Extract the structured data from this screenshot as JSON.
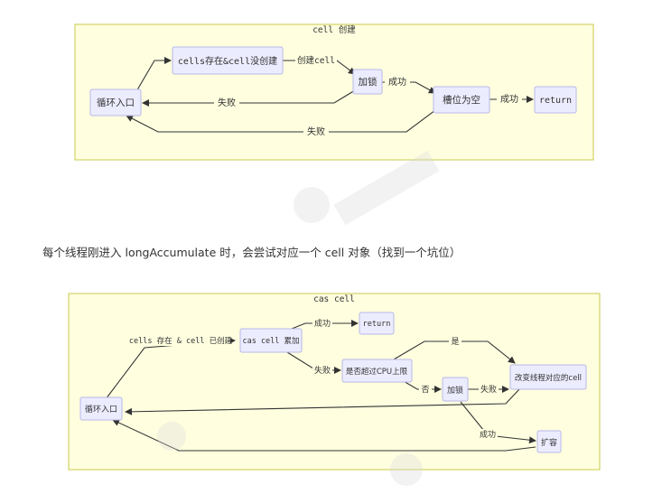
{
  "diagram1": {
    "title": "cell 创建",
    "nodes": {
      "loop": "循环入口",
      "cells": "cells存在&cell没创建",
      "lock": "加锁",
      "slot": "槽位为空",
      "ret": "return"
    },
    "edges": {
      "create": "创建cell",
      "success1": "成功",
      "fail1": "失败",
      "success2": "成功",
      "fail2": "失败"
    }
  },
  "caption": "每个线程刚进入 longAccumulate 时，会尝试对应一个 cell 对象（找到一个坑位）",
  "diagram2": {
    "title": "cas cell",
    "nodes": {
      "loop": "循环入口",
      "cas": "cas cell 累加",
      "ret": "return",
      "cpu": "是否超过CPU上限",
      "lock": "加锁",
      "change": "改变线程对应的cell",
      "expand": "扩容"
    },
    "edges": {
      "exists": "cells 存在 & cell 已创建",
      "success": "成功",
      "fail": "失败",
      "yes": "是",
      "no": "否",
      "fail2": "失败",
      "success2": "成功"
    }
  }
}
